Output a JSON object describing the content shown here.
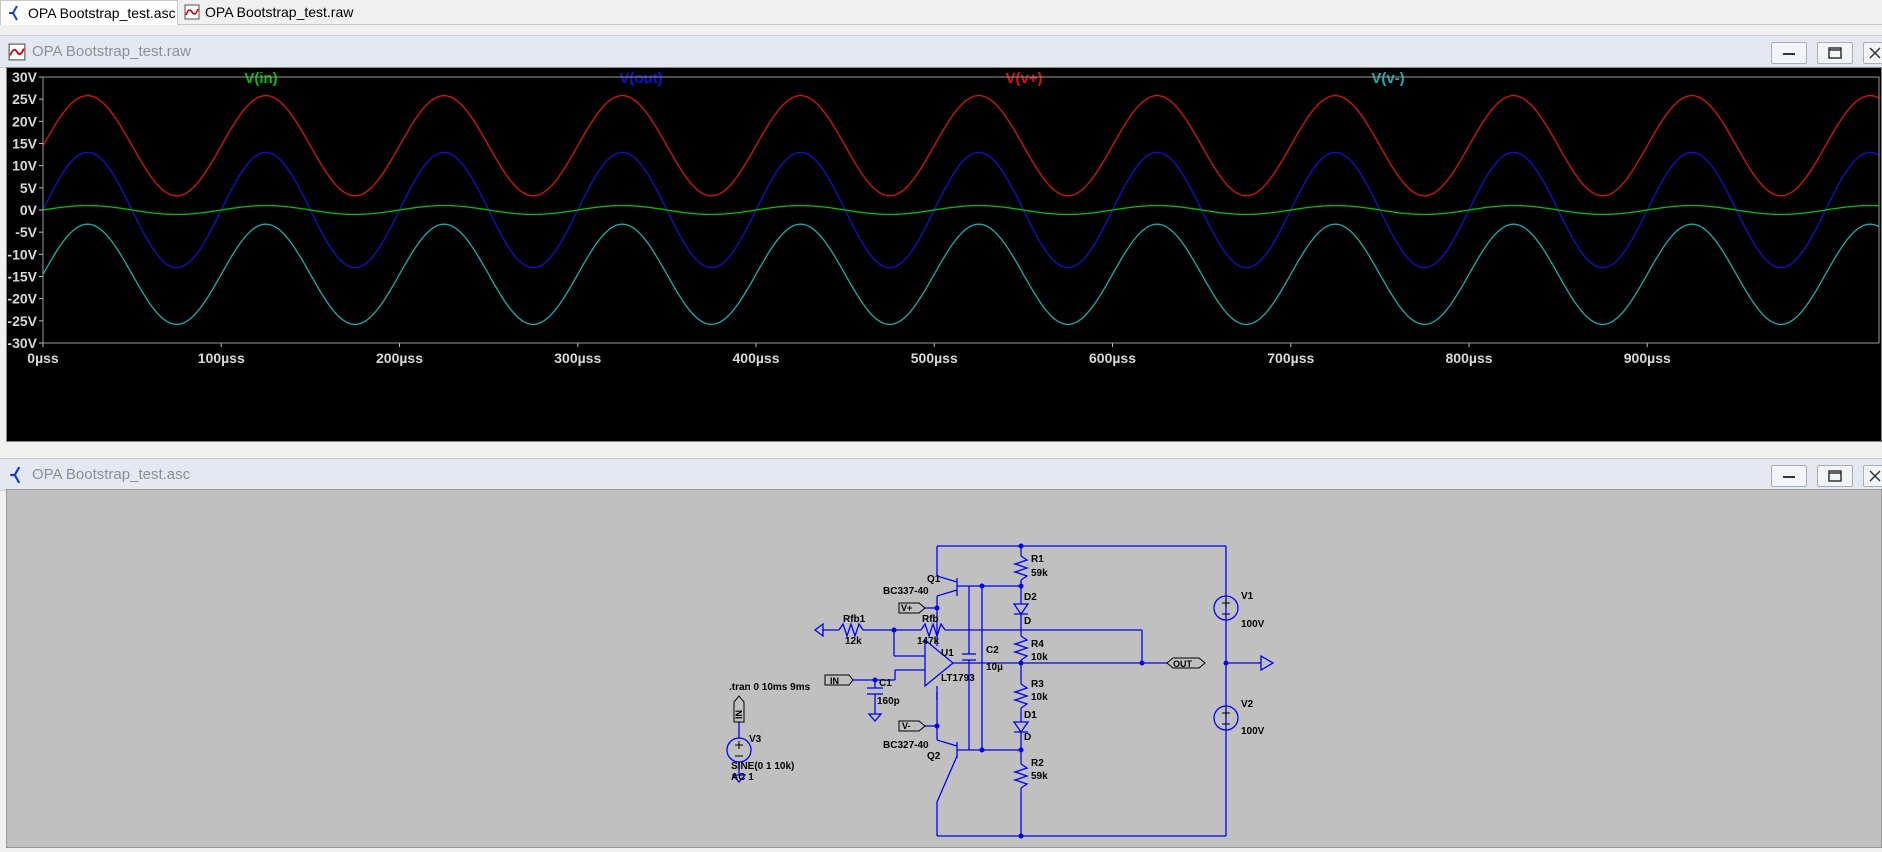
{
  "tabs": [
    {
      "label": "OPA Bootstrap_test.asc",
      "icon": "schematic-icon",
      "active": true
    },
    {
      "label": "OPA Bootstrap_test.raw",
      "icon": "waveform-icon",
      "active": false
    }
  ],
  "waveform_window": {
    "title": "OPA Bootstrap_test.raw"
  },
  "schematic_window": {
    "title": "OPA Bootstrap_test.asc"
  },
  "colors": {
    "vin": "#00c000",
    "vout": "#1010d0",
    "vplus": "#e01010",
    "vminus": "#10b0b0",
    "wire": "#0000ff"
  },
  "chart_data": {
    "type": "line",
    "title": "",
    "xlabel": "",
    "ylabel": "",
    "xlim": [
      0,
      1030
    ],
    "ylim": [
      -30,
      30
    ],
    "x_unit": "µs",
    "yticks": [
      "30V",
      "25V",
      "20V",
      "15V",
      "10V",
      "5V",
      "0V",
      "-5V",
      "-10V",
      "-15V",
      "-20V",
      "-25V",
      "-30V"
    ],
    "xticks": [
      "0µss",
      "100µss",
      "200µss",
      "300µss",
      "400µss",
      "500µss",
      "600µss",
      "700µss",
      "800µss",
      "900µss"
    ],
    "grid": false,
    "legend": "top",
    "series": [
      {
        "name": "V(in)",
        "offset": 0,
        "amplitude": 1,
        "frequency_khz": 10,
        "phase_deg": 0
      },
      {
        "name": "V(out)",
        "offset": 0,
        "amplitude": 13,
        "frequency_khz": 10,
        "phase_deg": 0
      },
      {
        "name": "V(v+)",
        "offset": 14.5,
        "amplitude": 11.3,
        "frequency_khz": 10,
        "phase_deg": 0
      },
      {
        "name": "V(v-)",
        "offset": -14.5,
        "amplitude": 11.3,
        "frequency_khz": 10,
        "phase_deg": 0
      }
    ]
  },
  "schematic": {
    "labels": {
      "r1": "R1",
      "r1_val": "59k",
      "q1": "Q1",
      "q1_part": "BC337-40",
      "d2": "D2",
      "d2_val": "D",
      "vplus_flag": "V+",
      "rfb1": "Rfb1",
      "rfb1_val": "12k",
      "rfb": "Rfb",
      "rfb_val": "147k",
      "c2": "C2",
      "c2_val": "10µ",
      "u1": "U1",
      "u1_part": "LT1793",
      "r4": "R4",
      "r4_val": "10k",
      "out_flag": "OUT",
      "tran": ".tran 0 10ms 9ms",
      "in_flag": "IN",
      "c1": "C1",
      "c1_val": "160p",
      "r3": "R3",
      "r3_val": "10k",
      "vminus_flag": "V-",
      "d1": "D1",
      "d1_val": "D",
      "q2": "Q2",
      "q2_part": "BC327-40",
      "r2": "R2",
      "r2_val": "59k",
      "in_vert": "IN",
      "v3": "V3",
      "v3_val": "SINE(0 1 10k)",
      "v3_ac": "AC 1",
      "v1": "V1",
      "v1_val": "100V",
      "v2": "V2",
      "v2_val": "100V"
    }
  }
}
